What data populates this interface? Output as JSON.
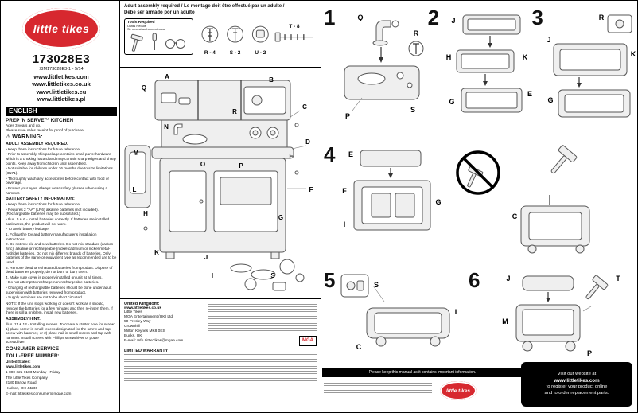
{
  "brand": {
    "name": "little tikes",
    "reg": "®"
  },
  "left": {
    "model": "173028E3",
    "code": "XIM173028E3-1 - 5/14",
    "websites": [
      "www.littletikes.com",
      "www.littletikes.co.uk",
      "www.littletikes.eu",
      "www.littletikes.pl"
    ],
    "language": "ENGLISH",
    "title": "PREP 'N SERVE™ KITCHEN",
    "ages": "Ages 3 years and up.",
    "receipt": "Please save sales receipt for proof of purchase.",
    "warning_icon": "⚠",
    "warning_title": "WARNING:",
    "warning_sub": "ADULT ASSEMBLY REQUIRED.",
    "warning_bullets": [
      "• Keep these instructions for future reference.",
      "• Prior to assembly, this package contains small parts: hardware which is a choking hazard and may contain sharp edges and sharp points. Keep away from children until assembled.",
      "• Not suitable for children under 36 months due to size limitations (3N71).",
      "• Thoroughly wash any accessories before contact with food or beverage.",
      "• Protect your eyes. Always wear safety glasses when using a hammer."
    ],
    "battery_title": "BATTERY SAFETY INFORMATION:",
    "battery_lines": [
      "• Keep these instructions for future reference.",
      "• Requires 2 \"AA\" (LR6) alkaline batteries (not included). (Rechargeable batteries may be substituted.)",
      "• Illus. 5 & 6 - Install batteries correctly. If batteries are installed backwards, the product will not work.",
      "• To avoid battery leakage:",
      "1. Follow the toy and battery manufacturer's installation instructions.",
      "2. Do not mix old and new batteries. Do not mix standard (carbon-zinc), alkaline or rechargeable (nickel-cadmium or nickel-metal-hydride) batteries. Do not mix different brands of batteries. Only batteries of the same or equivalent type as recommended are to be used.",
      "3. Remove dead or exhausted batteries from product. Dispose of dead batteries properly; do not burn or bury them.",
      "4. Make sure cover is properly installed on unit at all times.",
      "• Do not attempt to recharge non-rechargeable batteries.",
      "• Charging of rechargeable batteries should be done under adult supervision with batteries removed from product.",
      "• Supply terminals are not to be short circuited."
    ],
    "note": "NOTE: If the unit stops working or doesn't work as it should, remove the batteries for a few minutes and then re-insert them. If there is still a problem, install new batteries.",
    "hint_title": "ASSEMBLY HINT:",
    "hint": "Illus. 11 & 13 - Installing screws. To create a starter hole for screw: 1) place screw in small recess designated for the screw and tap screw with hammer, or 2) place nail in small recess and tap with hammer. Install screws with Phillips screwdriver or power screwdriver.",
    "service_title1": "CONSUMER SERVICE",
    "service_title2": "TOLL-FREE NUMBER:",
    "service_region": "United States:",
    "service_lines": [
      "www.littletikes.com",
      "1-800-321-0183 Monday - Friday",
      "The Little Tikes Company",
      "2180 Barlow Road",
      "Hudson, OH 44236",
      "E-mail: littletikes.consumer@mgae.com"
    ]
  },
  "middle": {
    "header_en": "Adult assembly required",
    "header_fr": "/ Le montage doit être effectué par un adulte /",
    "header_es": "Debe ser armado por un adulto",
    "tools_title": "Tools Required",
    "tools_sub1": "Outils Requis",
    "tools_sub2": "Se necesitan herramientas",
    "hardware": [
      "R - 4",
      "S - 2",
      "U - 2",
      "T - 8"
    ],
    "labels": [
      "A",
      "B",
      "C",
      "D",
      "E",
      "F",
      "G",
      "H",
      "I",
      "J",
      "K",
      "L",
      "M",
      "N",
      "O",
      "P",
      "Q",
      "R",
      "S"
    ],
    "uk_title": "United Kingdom:",
    "uk_lines": [
      "www.littletikes.co.uk",
      "Little Tikes",
      "MGA Entertainment (UK) Ltd",
      "50 Presley Way",
      "Crownhill",
      "Milton Keynes MK8 0ES",
      "Bucks, UK",
      "E-mail: Info.LittleTikes@mgae.com"
    ],
    "mga_logo": "MGA",
    "warranty_title": "LIMITED WARRANTY"
  },
  "steps": {
    "s1": {
      "num": "1",
      "labels": [
        "Q",
        "R",
        "P",
        "S"
      ]
    },
    "s2": {
      "num": "2",
      "labels": [
        "J",
        "H",
        "K",
        "G",
        "E"
      ]
    },
    "s3": {
      "num": "3",
      "labels": [
        "R",
        "J",
        "K",
        "G"
      ]
    },
    "s4": {
      "num": "4",
      "labels": [
        "E",
        "F",
        "G",
        "I",
        "C"
      ]
    },
    "s5": {
      "num": "5",
      "labels": [
        "S",
        "I",
        "C"
      ]
    },
    "s6": {
      "num": "6",
      "labels": [
        "J",
        "M",
        "T",
        "P"
      ]
    }
  },
  "footer": {
    "bar": "Please keep this manual as it contains important information.",
    "promo": [
      "Visit our website at",
      "www.littletikes.com",
      "to register your product online",
      "and to order replacement parts."
    ]
  }
}
